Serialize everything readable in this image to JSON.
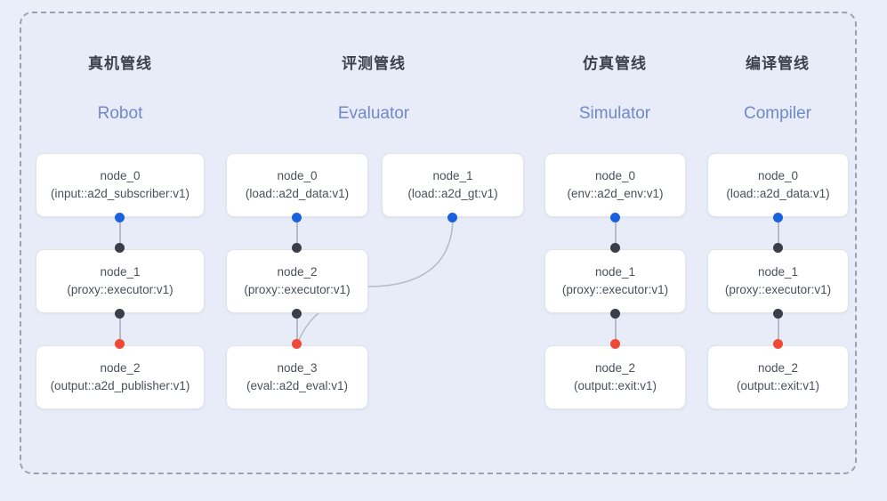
{
  "diagram": {
    "background_color": "#eaeef8",
    "panel_color": "#e7ecf8",
    "border_color": "#9aa2b1",
    "title_color": "#3b414d",
    "subtitle_color": "#7189c8",
    "port_colors": {
      "input": "#1a62dd",
      "middle": "#3a3f47",
      "output": "#ef4a35"
    }
  },
  "columns": [
    {
      "title": "真机管线",
      "subtitle": "Robot",
      "nodes": [
        {
          "name": "node_0",
          "type": "(input::a2d_subscriber:v1)"
        },
        {
          "name": "node_1",
          "type": "(proxy::executor:v1)"
        },
        {
          "name": "node_2",
          "type": "(output::a2d_publisher:v1)"
        }
      ]
    },
    {
      "title": "评测管线",
      "subtitle": "Evaluator",
      "nodes": [
        {
          "name": "node_0",
          "type": "(load::a2d_data:v1)"
        },
        {
          "name": "node_1",
          "type": "(load::a2d_gt:v1)"
        },
        {
          "name": "node_2",
          "type": "(proxy::executor:v1)"
        },
        {
          "name": "node_3",
          "type": "(eval::a2d_eval:v1)"
        }
      ]
    },
    {
      "title": "仿真管线",
      "subtitle": "Simulator",
      "nodes": [
        {
          "name": "node_0",
          "type": "(env::a2d_env:v1)"
        },
        {
          "name": "node_1",
          "type": "(proxy::executor:v1)"
        },
        {
          "name": "node_2",
          "type": "(output::exit:v1)"
        }
      ]
    },
    {
      "title": "编译管线",
      "subtitle": "Compiler",
      "nodes": [
        {
          "name": "node_0",
          "type": "(load::a2d_data:v1)"
        },
        {
          "name": "node_1",
          "type": "(proxy::executor:v1)"
        },
        {
          "name": "node_2",
          "type": "(output::exit:v1)"
        }
      ]
    }
  ]
}
